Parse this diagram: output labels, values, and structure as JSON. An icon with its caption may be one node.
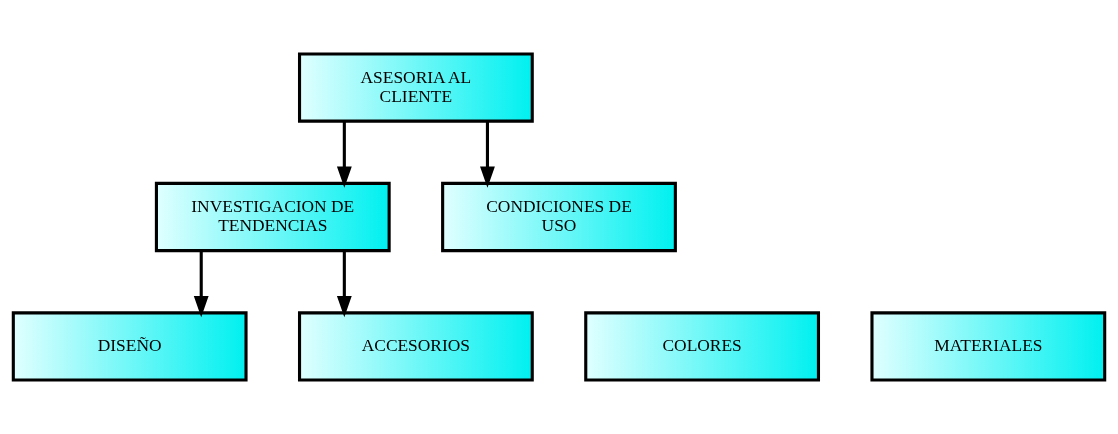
{
  "diagram": {
    "nodes": [
      {
        "text": [
          "ASESORIA AL CLIENTE"
        ]
      },
      {
        "text": [
          "INVESTIGACION DE TENDENCIAS"
        ]
      },
      {
        "text": [
          "CONDICIONES DE USO"
        ]
      },
      {
        "text": [
          "DISEÑO"
        ]
      },
      {
        "text": [
          "COLORES"
        ]
      },
      {
        "text": [
          "MATERIALES"
        ]
      },
      {
        "text": [
          "ACCESORIOS"
        ]
      }
    ],
    "edges": [
      {
        "from": 0,
        "to": 1,
        "arrow": "to"
      },
      {
        "from": 0,
        "to": 2,
        "arrow": "to"
      },
      {
        "from": 1,
        "to": 3,
        "arrow": "to"
      },
      {
        "from": 1,
        "to": 6,
        "arrow": "to"
      }
    ]
  }
}
